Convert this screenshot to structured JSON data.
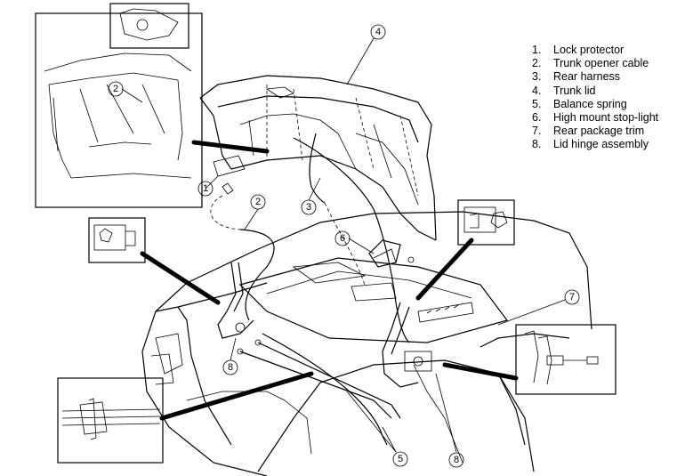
{
  "legend": [
    {
      "num": "1.",
      "text": "Lock protector"
    },
    {
      "num": "2.",
      "text": "Trunk opener cable"
    },
    {
      "num": "3.",
      "text": "Rear harness"
    },
    {
      "num": "4.",
      "text": "Trunk lid"
    },
    {
      "num": "5.",
      "text": "Balance spring"
    },
    {
      "num": "6.",
      "text": "High mount stop-light"
    },
    {
      "num": "7.",
      "text": "Rear package trim"
    },
    {
      "num": "8.",
      "text": "Lid hinge assembly"
    }
  ],
  "callouts": {
    "c1": "1",
    "c2a": "2",
    "c2b": "2",
    "c3": "3",
    "c4": "4",
    "c5": "5",
    "c6": "6",
    "c7": "7",
    "c8a": "8",
    "c8b": "8"
  }
}
